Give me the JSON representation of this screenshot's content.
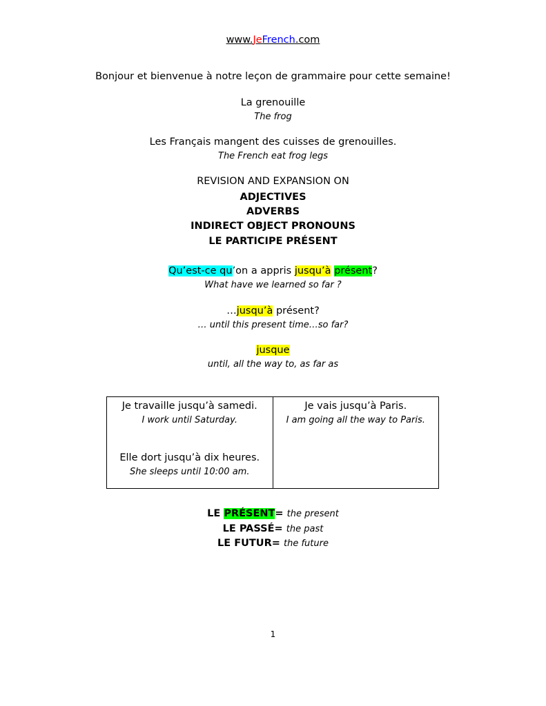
{
  "header": {
    "site_prefix": "www.",
    "site_je": "Je",
    "site_french": "French",
    "site_suffix": ".com",
    "colors": {
      "je": "#ff0000",
      "french": "#0000ff"
    }
  },
  "intro": "Bonjour et bienvenue à notre leçon de grammaire pour cette semaine!",
  "phrases": [
    {
      "fr": "La grenouille",
      "en": "The frog"
    },
    {
      "fr": "Les Français mangent des cuisses de grenouilles.",
      "en": "The French eat frog legs"
    }
  ],
  "topics": {
    "heading": "REVISION AND EXPANSION ON",
    "items": [
      "ADJECTIVES",
      "ADVERBS",
      "INDIRECT OBJECT PRONOUNS",
      "LE PARTICIPE PRÉSENT"
    ]
  },
  "question": {
    "part1": "Qu’est-ce qu",
    "part2": "’on a appris ",
    "part3": "jusqu’à",
    "part4": " ",
    "part5": "présent",
    "part6": "?",
    "en": "What have we learned so far ?"
  },
  "jusqua": {
    "prefix": "…",
    "word": "jusqu’à",
    "suffix": " présent?",
    "en": "… until this present time…so far?"
  },
  "jusque": {
    "word": "jusque",
    "en": "until, all the way to, as far as"
  },
  "table": {
    "left": [
      {
        "fr": "Je travaille jusqu’à samedi.",
        "en": "I work until Saturday."
      },
      {
        "fr": "Elle dort jusqu’à dix heures.",
        "en": "She sleeps until 10:00 am."
      }
    ],
    "right": [
      {
        "fr": "Je vais jusqu’à Paris.",
        "en": "I am going all the way to Paris."
      }
    ]
  },
  "tenses": [
    {
      "pre": "LE ",
      "hl": "PRÉSENT",
      "post": "=",
      "en": "the present"
    },
    {
      "pre": "LE PASSÉ",
      "hl": "",
      "post": "=",
      "en": "the past"
    },
    {
      "pre": "LE FUTUR",
      "hl": "",
      "post": "=",
      "en": "the future"
    }
  ],
  "page_number": "1"
}
